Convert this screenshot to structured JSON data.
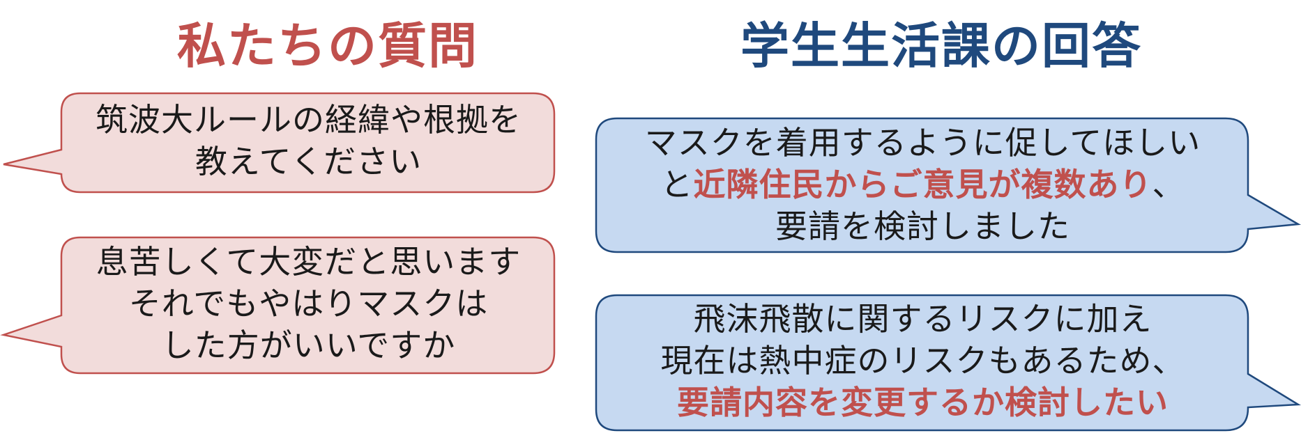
{
  "headings": {
    "questions": "私たちの質問",
    "answers": "学生生活課の回答"
  },
  "questions": [
    {
      "lines": [
        "筑波大ルールの経緯や根拠を",
        "教えてください"
      ]
    },
    {
      "lines": [
        "息苦しくて大変だと思います",
        "それでもやはりマスクは",
        "した方がいいですか"
      ]
    }
  ],
  "answers": [
    {
      "line1": "マスクを着用するように促してほしい",
      "line2_pre": "と",
      "line2_emphasis": "近隣住民からご意見が複数あり",
      "line2_post": "、",
      "line3": "要請を検討しました"
    },
    {
      "line1": "飛沫飛散に関するリスクに加え",
      "line2": "現在は熱中症のリスクもあるため、",
      "line3_emphasis": "要請内容を変更するか検討したい"
    }
  ],
  "colors": {
    "question_fill": "#f2dcdb",
    "question_stroke": "#c0504d",
    "answer_fill": "#c6d9f1",
    "answer_stroke": "#1f497d",
    "emphasis": "#c0504d"
  }
}
